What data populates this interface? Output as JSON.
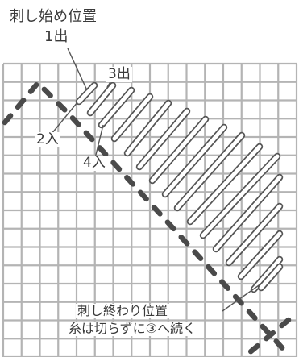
{
  "labels": {
    "start_position": "刺し始め位置",
    "out_1": "1出",
    "out_3": "3出",
    "in_2": "2入",
    "in_4": "4入",
    "end_position": "刺し終わり位置",
    "continue_note": "糸は切らずに③へ続く"
  },
  "colors": {
    "grid_fill": "#ffffff",
    "grid_line": "#b4b4b4",
    "dashed_line": "#4a4a4a",
    "stitch_outline": "#555555",
    "stitch_fill": "#ffffff",
    "leader_line": "#555555"
  }
}
